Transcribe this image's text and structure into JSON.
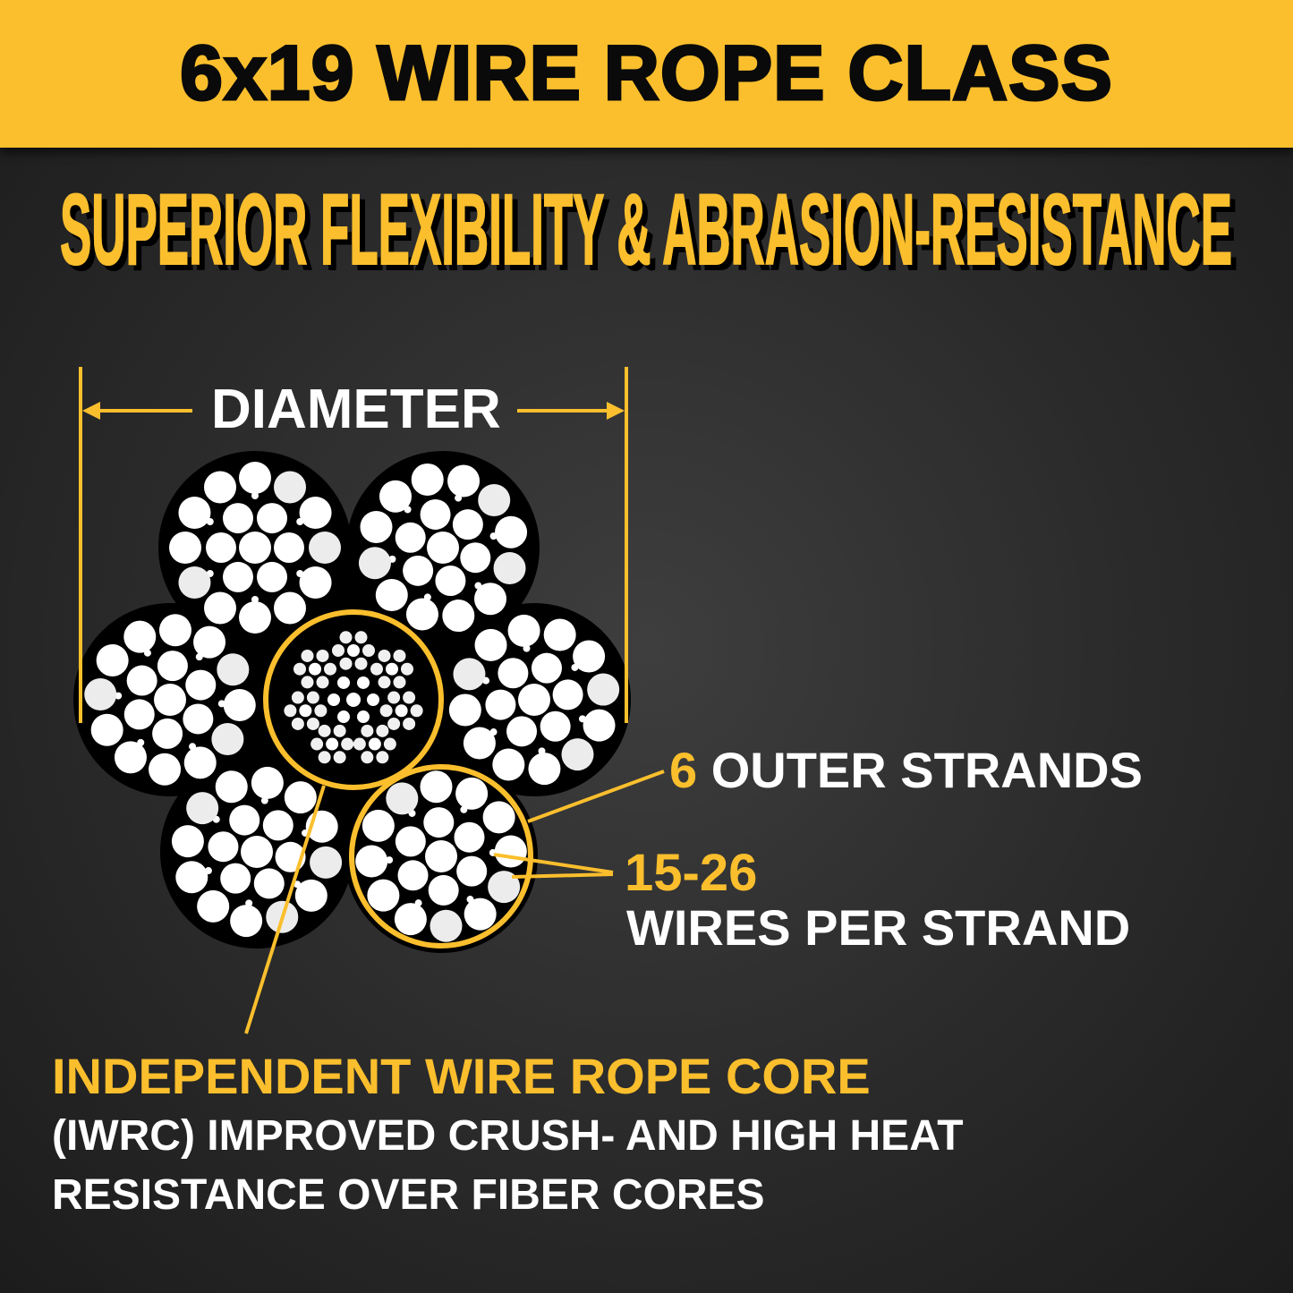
{
  "header": {
    "title": "6x19 WIRE ROPE CLASS"
  },
  "subtitle": "SUPERIOR FLEXIBILITY & ABRASION-RESISTANCE",
  "diagram": {
    "diameter_label": "DIAMETER",
    "outer_strands": {
      "count": "6",
      "text": "OUTER STRANDS"
    },
    "wires": {
      "range": "15-26",
      "text": "WIRES PER STRAND"
    },
    "core": {
      "title": "INDEPENDENT WIRE ROPE CORE",
      "line1": "(IWRC) IMPROVED CRUSH- AND HIGH HEAT",
      "line2": "RESISTANCE OVER FIBER CORES"
    }
  },
  "colors": {
    "accent": "#fbbf2d",
    "background": "#2b2b2b",
    "text": "#ffffff",
    "wire": "#ffffff"
  }
}
